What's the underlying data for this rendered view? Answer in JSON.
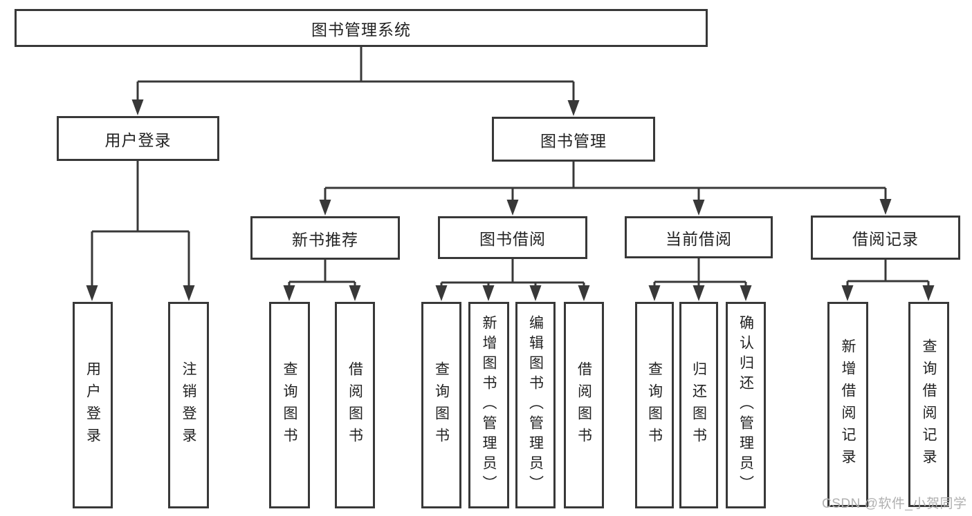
{
  "diagram_title": "图书管理系统",
  "nodes": {
    "root": "图书管理系统",
    "user_login": "用户登录",
    "book_mgmt": "图书管理",
    "new_book": "新书推荐",
    "book_borrow": "图书借阅",
    "current_borrow": "当前借阅",
    "borrow_record": "借阅记录",
    "leaf_user_login": "用户登录",
    "leaf_logout": "注销登录",
    "leaf_nb_query": "查询图书",
    "leaf_nb_borrow": "借阅图书",
    "leaf_bb_query": "查询图书",
    "leaf_bb_add": "新增图书（管理员）",
    "leaf_bb_edit": "编辑图书（管理员）",
    "leaf_bb_borrow": "借阅图书",
    "leaf_cb_query": "查询图书",
    "leaf_cb_return": "归还图书",
    "leaf_cb_confirm": "确认归还（管理员）",
    "leaf_br_add": "新增借阅记录",
    "leaf_br_query": "查询借阅记录"
  },
  "watermark": "CSDN @软件_小贺同学",
  "colors": {
    "line": "#383838",
    "text": "#222222",
    "watermark": "#b0b0b0",
    "background": "#ffffff"
  }
}
